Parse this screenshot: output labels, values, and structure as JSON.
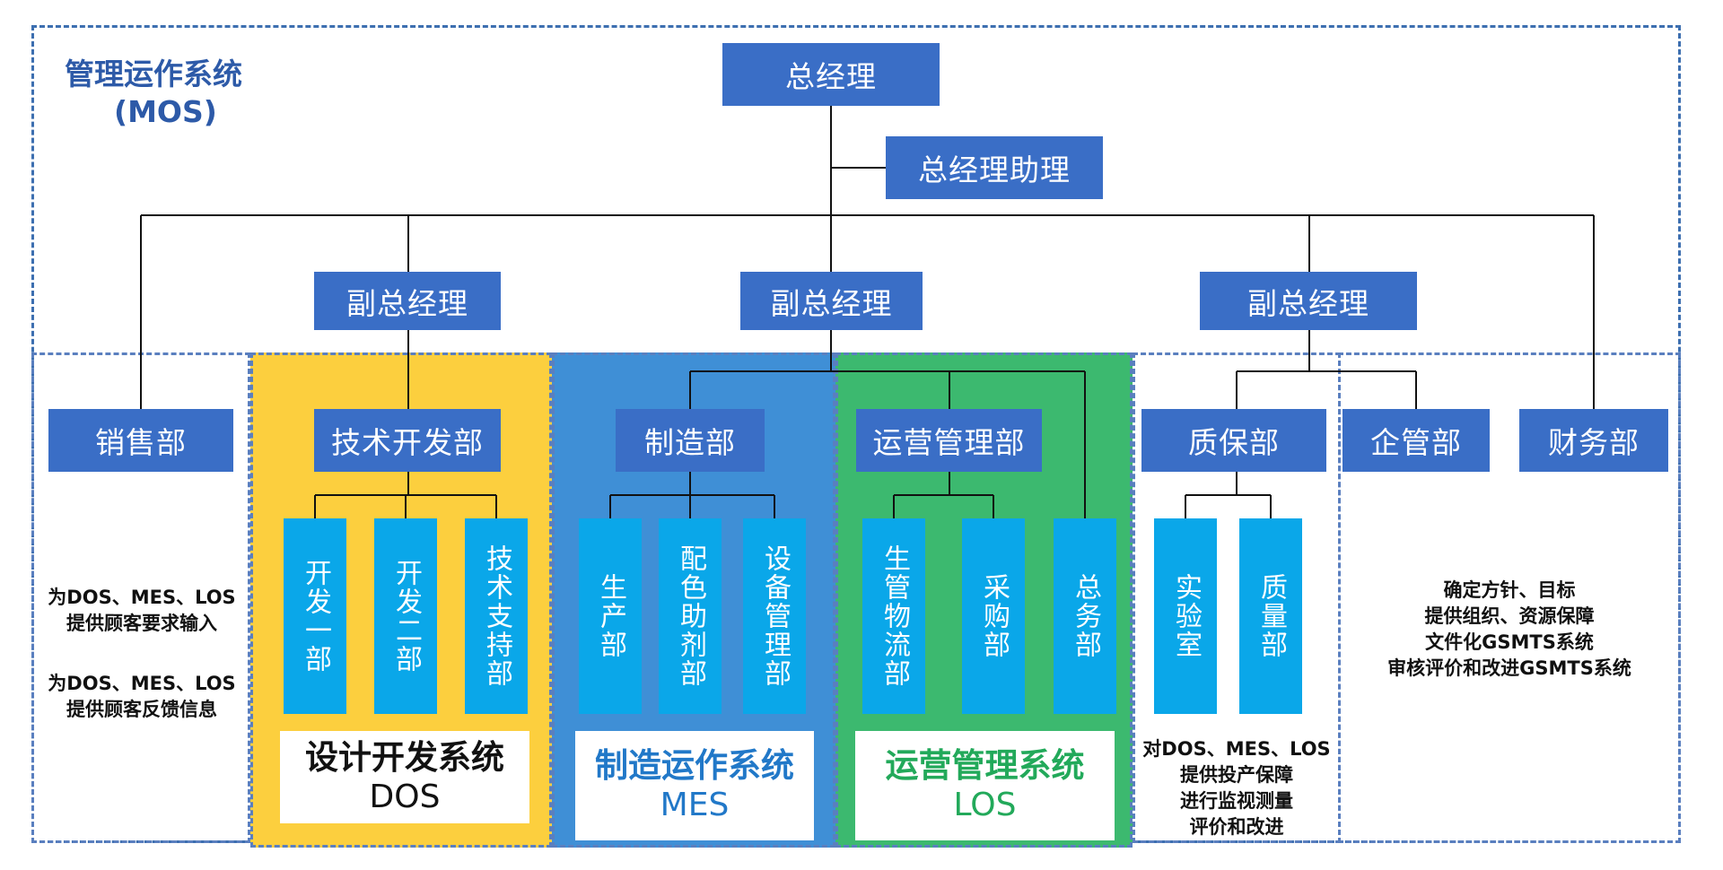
{
  "mos": {
    "title": "管理运作系统",
    "abbr": "(MOS)"
  },
  "top": {
    "gm": "总经理",
    "assistant": "总经理助理",
    "vp_left": "副总经理",
    "vp_center": "副总经理",
    "vp_right": "副总经理"
  },
  "departments": {
    "sales": "销售部",
    "tech_dev": "技术开发部",
    "manufacturing": "制造部",
    "operations": "运营管理部",
    "quality_assurance": "质保部",
    "enterprise_mgmt": "企管部",
    "finance": "财务部"
  },
  "sub_departments": {
    "dev1": "开发一部",
    "dev2": "开发二部",
    "tech_support": "技术支持部",
    "production": "生产部",
    "color_additive": "配色助剂部",
    "equipment": "设备管理部",
    "logistics": "生管物流部",
    "purchasing": "采购部",
    "general_affairs": "总务部",
    "lab": "实验室",
    "quality": "质量部"
  },
  "systems": {
    "dos": {
      "name": "设计开发系统",
      "abbr": "DOS"
    },
    "mes": {
      "name": "制造运作系统",
      "abbr": "MES"
    },
    "los": {
      "name": "运营管理系统",
      "abbr": "LOS"
    }
  },
  "notes": {
    "sales_1a": "为DOS、MES、LOS",
    "sales_1b": "提供顾客要求输入",
    "sales_2a": "为DOS、MES、LOS",
    "sales_2b": "提供顾客反馈信息",
    "qa_1": "对DOS、MES、LOS",
    "qa_2": "提供投产保障",
    "qa_3": "进行监视测量",
    "qa_4": "评价和改进",
    "em_1": "确定方针、目标",
    "em_2": "提供组织、资源保障",
    "em_3": "文件化GSMTS系统",
    "em_4": "审核评价和改进GSMTS系统"
  },
  "colors": {
    "box_blue": "#3a6ec6",
    "sub_cyan": "#0aa7e9",
    "dos_yellow": "#fccf3e",
    "mes_blue": "#3f8fd6",
    "los_green": "#3cb96f",
    "mes_text": "#2178c8",
    "los_text": "#22a95a",
    "dashed_border": "#3d6fb0"
  }
}
